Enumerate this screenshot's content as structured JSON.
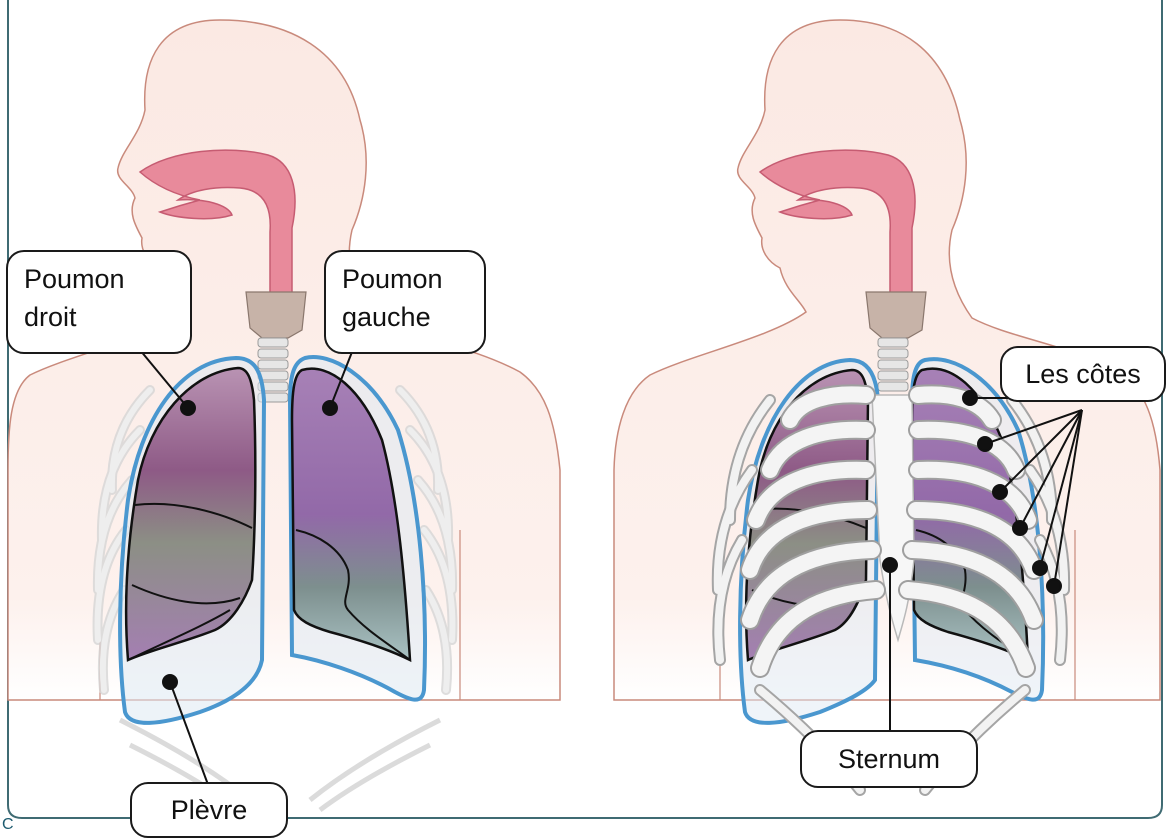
{
  "labels": {
    "poumon_droit": "Poumon droit",
    "poumon_droit_line1": "Poumon",
    "poumon_droit_line2": "droit",
    "poumon_gauche_line1": "Poumon",
    "poumon_gauche_line2": "gauche",
    "plevre": "Plèvre",
    "les_cotes": "Les côtes",
    "sternum": "Sternum"
  },
  "corner_letter": "C",
  "colors": {
    "frame": "#3f6b73",
    "skin_fill": "#fbe9e3",
    "skin_outline": "#c98a7c",
    "airway": "#e88a9b",
    "airway_dark": "#c65c72",
    "larynx": "#c7b3a8",
    "lung_purple": "#9a6aa6",
    "lung_dark": "#7d3f6e",
    "lung_green": "#7f8c7c",
    "pleura": "#4a97cf",
    "rib": "#f1f1f1",
    "rib_outline": "#a7a7a7",
    "label_border": "#1a1a1a"
  }
}
